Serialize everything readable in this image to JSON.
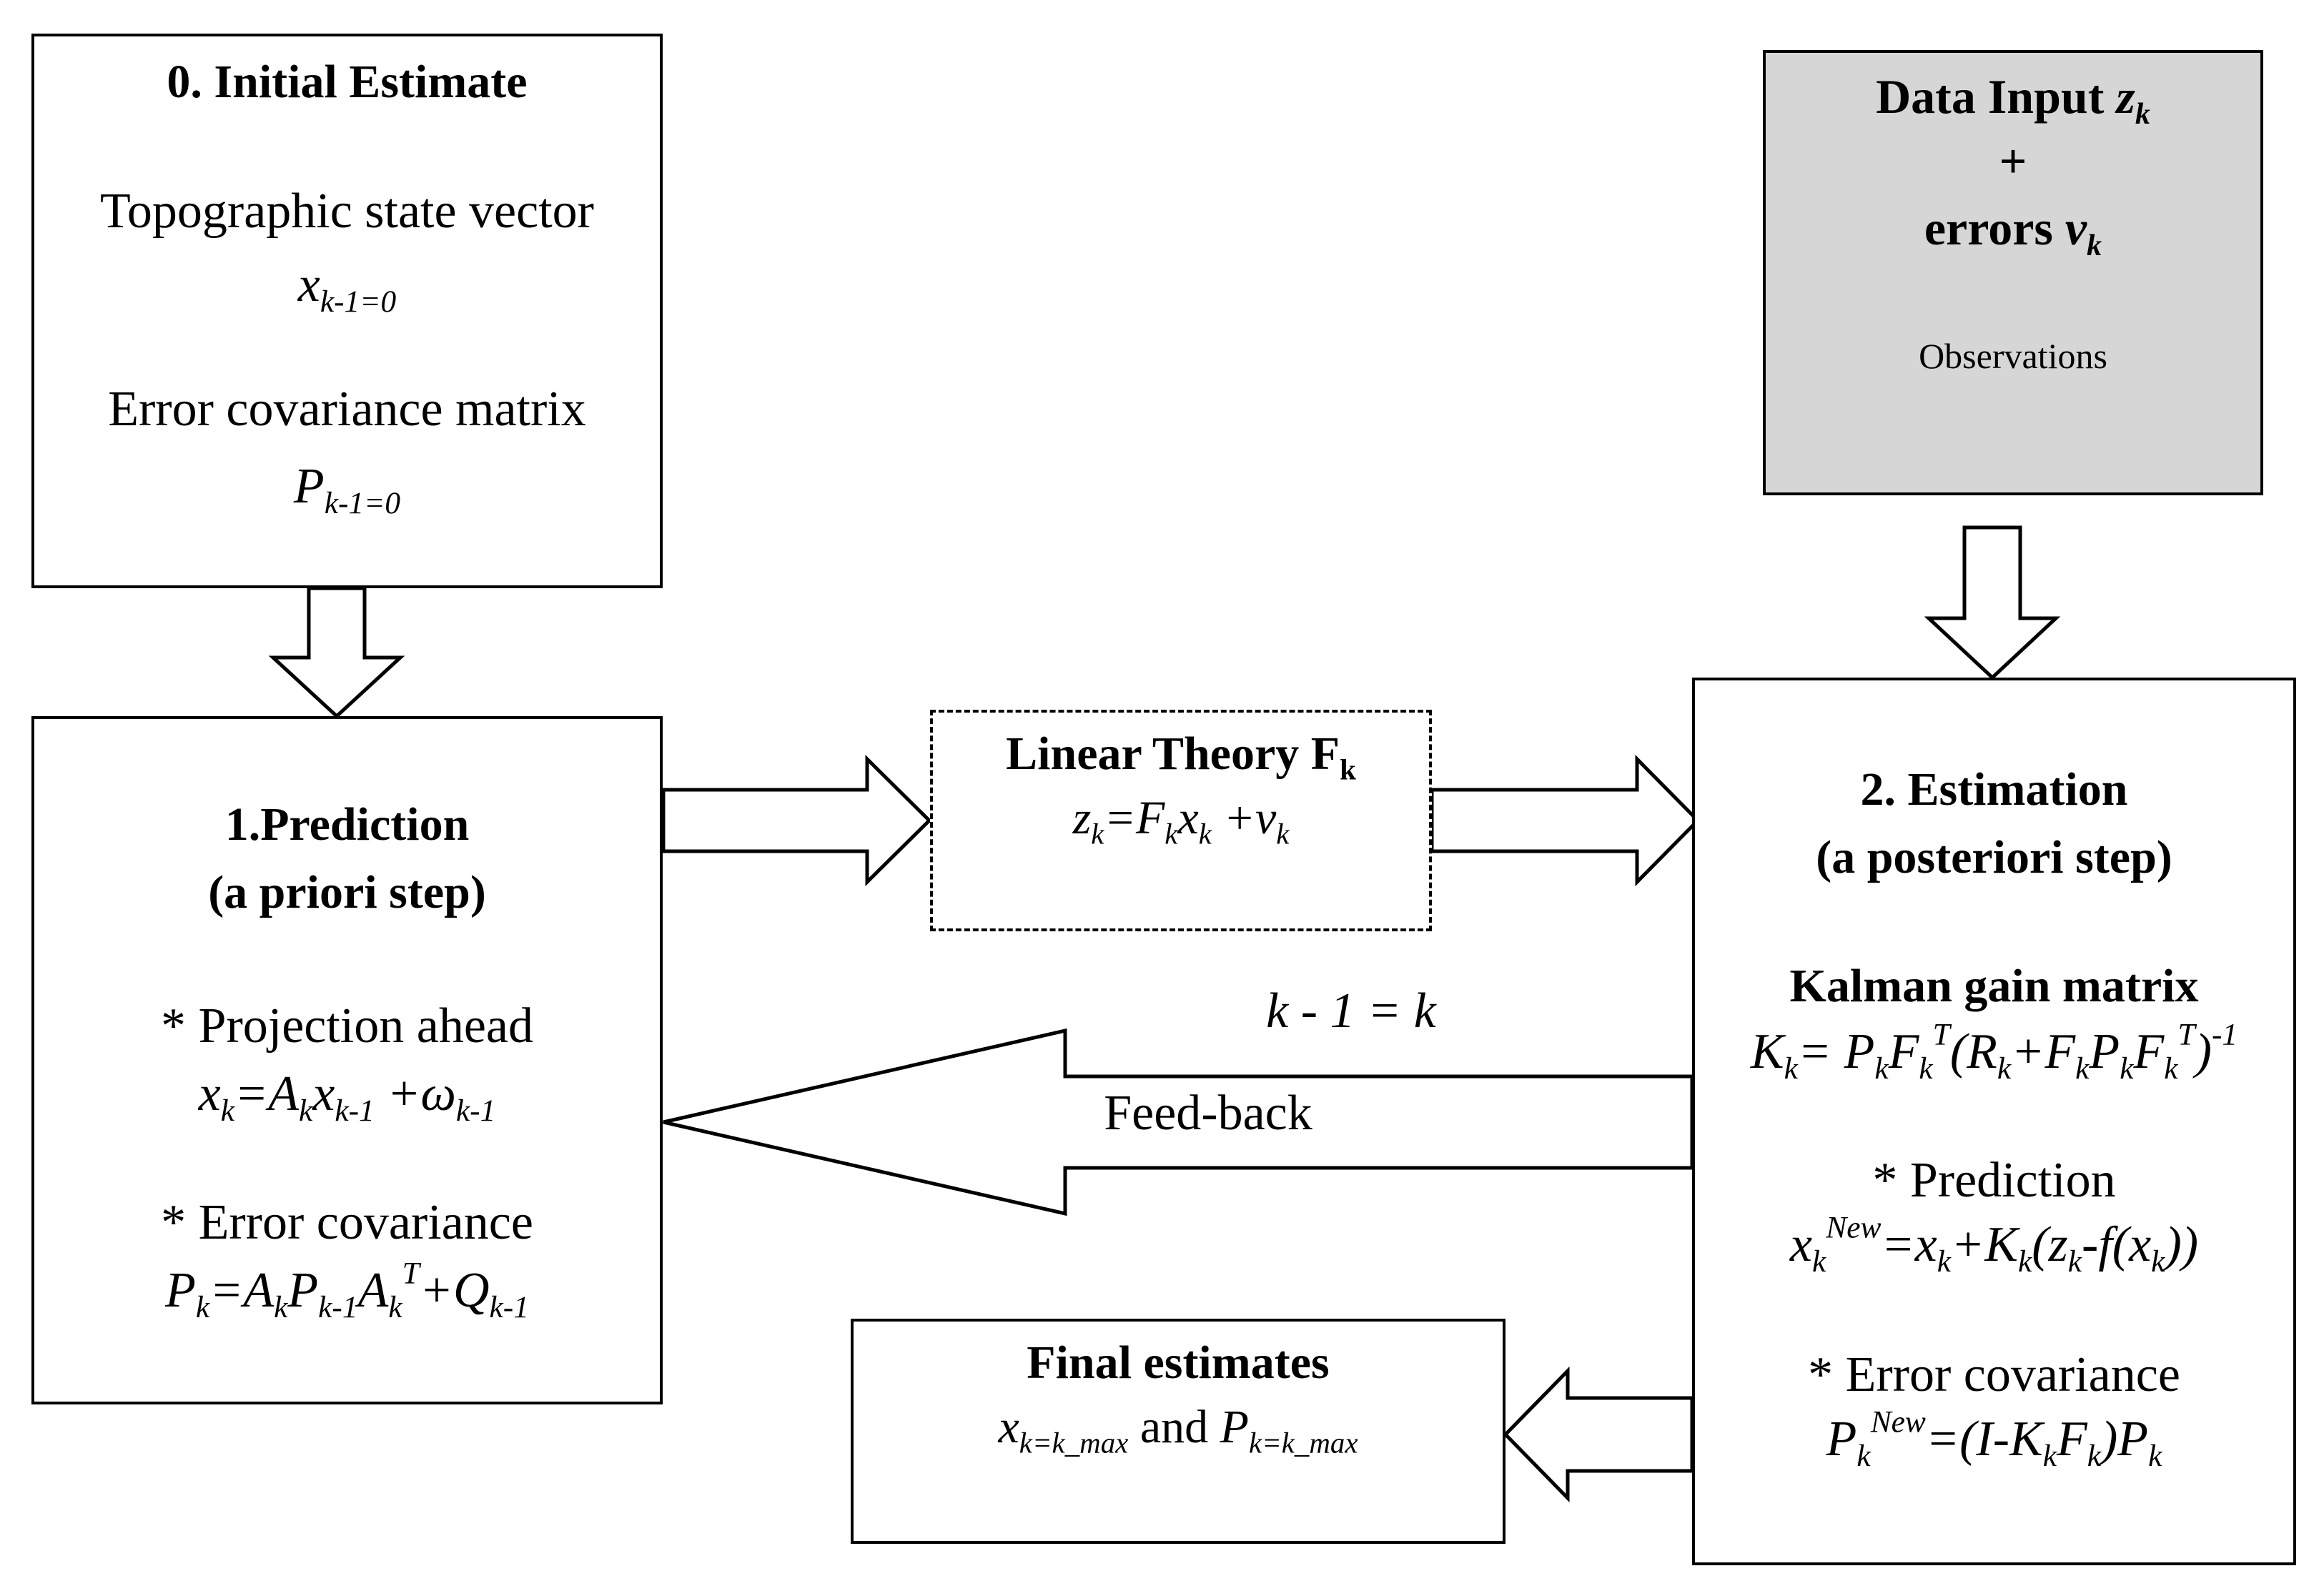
{
  "initial": {
    "title": "0. Initial Estimate",
    "state_label": "Topographic state vector",
    "state_var": "x",
    "state_sub": "k-1=0",
    "cov_label": "Error covariance matrix",
    "cov_var": "P",
    "cov_sub": "k-1=0"
  },
  "data_input": {
    "line1": "Data Input ",
    "z": "z",
    "z_sub": "k",
    "plus": "+",
    "errors": "errors ",
    "nu": "ν",
    "nu_sub": "k",
    "caption": "Observations"
  },
  "prediction": {
    "title": "1.Prediction",
    "subtitle": "(a priori step)",
    "proj_label": "* Projection ahead",
    "eq1": [
      "x",
      "k",
      "=A",
      "k",
      "x",
      "k-1",
      " +ω",
      "k-1"
    ],
    "cov_label": "* Error covariance",
    "eq2": [
      "P",
      "k",
      "=A",
      "k",
      "P",
      "k-1",
      "A",
      "k",
      "T",
      "+Q",
      "k-1"
    ]
  },
  "linear_theory": {
    "title": "Linear Theory  F",
    "title_sub": "k",
    "eq": [
      "z",
      "k",
      "=F",
      "k",
      "x",
      "k",
      " +ν",
      "k"
    ]
  },
  "estimation": {
    "title": "2. Estimation",
    "subtitle": "(a posteriori step)",
    "gain_label": "Kalman gain matrix",
    "gain_eq": [
      "K",
      "k",
      "= P",
      "k",
      "F",
      "k",
      "T",
      "(R",
      "k",
      "+F",
      "k",
      "P",
      "k",
      "F",
      "k",
      "T",
      ")",
      "-1"
    ],
    "pred_label": "* Prediction",
    "pred_eq": [
      "x",
      "k",
      "New",
      "=x",
      "k",
      "+K",
      "k",
      "(z",
      "k",
      "-f(x",
      "k",
      "))"
    ],
    "cov_label": "* Error covariance",
    "cov_eq": [
      "P",
      "k",
      "New",
      "=(I-K",
      "k",
      "F",
      "k",
      ")P",
      "k"
    ]
  },
  "final": {
    "title": "Final estimates",
    "x": "x",
    "x_sub": "k=k_max",
    "and": " and ",
    "p": "P",
    "p_sub": "k=k_max"
  },
  "loop_label": "k - 1 = k",
  "feedback_label": "Feed-back"
}
